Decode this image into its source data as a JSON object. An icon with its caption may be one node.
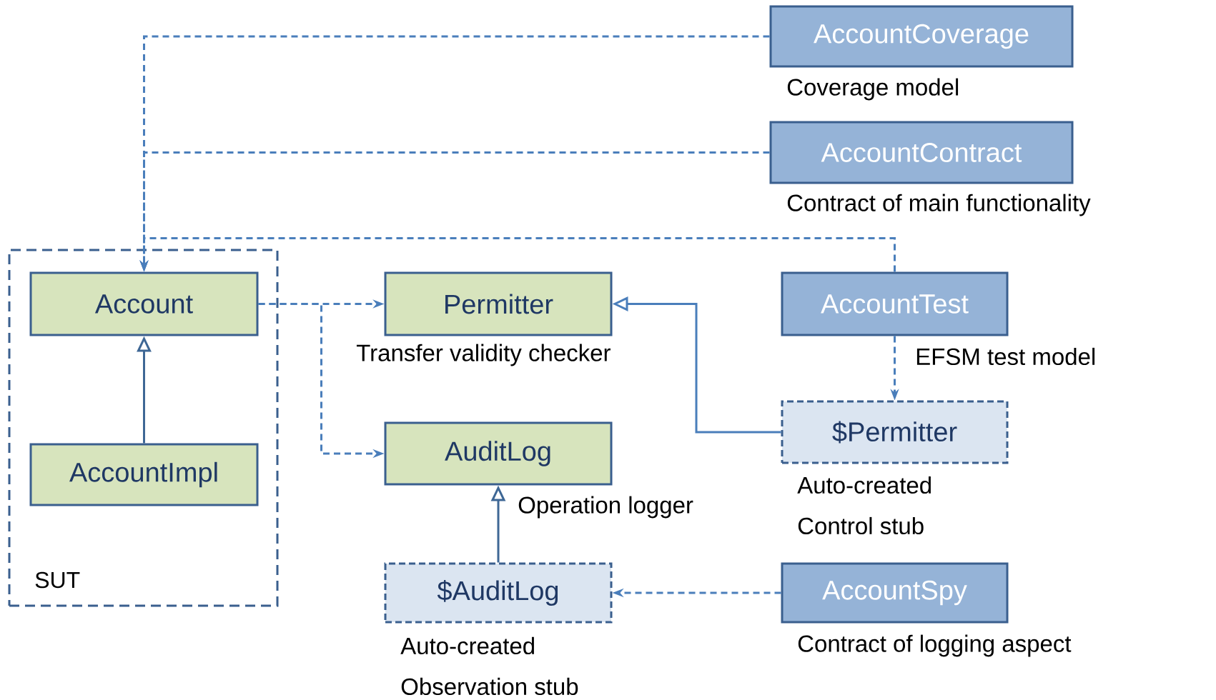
{
  "diagram": {
    "nodes": [
      {
        "text": [
          "SUT"
        ]
      },
      {
        "text": [
          "Account"
        ],
        "in": 0
      },
      {
        "text": [
          "AccountImpl"
        ],
        "in": 0
      },
      {
        "text": [
          "Permitter"
        ],
        "beside": [
          "Transfer validity checker"
        ]
      },
      {
        "text": [
          "AuditLog"
        ],
        "beside": [
          "Operation logger"
        ]
      },
      {
        "text": [
          "$AuditLog"
        ],
        "beside": [
          "Auto-created",
          "Observation stub"
        ]
      },
      {
        "text": [
          "AccountCoverage"
        ],
        "beside": [
          "Coverage model"
        ]
      },
      {
        "text": [
          "AccountContract"
        ],
        "beside": [
          "Contract of main functionality"
        ]
      },
      {
        "text": [
          "AccountTest"
        ],
        "beside": [
          "EFSM test model"
        ]
      },
      {
        "text": [
          "$Permitter"
        ],
        "beside": [
          "Auto-created",
          "Control stub"
        ]
      },
      {
        "text": [
          "AccountSpy"
        ],
        "beside": [
          "Contract of logging aspect"
        ]
      }
    ],
    "edges": [
      {
        "from": 6,
        "to": 1,
        "arrow": "to",
        "style": "dashed"
      },
      {
        "from": 7,
        "to": 1,
        "arrow": "to",
        "style": "dashed"
      },
      {
        "from": 8,
        "to": 1,
        "arrow": "to",
        "style": "dashed"
      },
      {
        "from": 1,
        "to": 3,
        "arrow": "to",
        "style": "dashed"
      },
      {
        "from": 1,
        "to": 4,
        "arrow": "to",
        "style": "dashed"
      },
      {
        "from": 2,
        "to": 1,
        "arrow": "to",
        "color": "#3e6795"
      },
      {
        "from": 9,
        "to": 3,
        "arrow": "to"
      },
      {
        "from": 8,
        "to": 9,
        "arrow": "to",
        "style": "dashed"
      },
      {
        "from": 5,
        "to": 4,
        "arrow": "to",
        "color": "#3e6795"
      },
      {
        "from": 10,
        "to": 5,
        "arrow": "to",
        "style": "dashed"
      }
    ]
  }
}
